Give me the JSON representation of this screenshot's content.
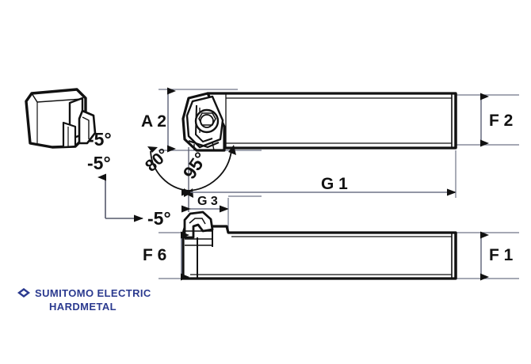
{
  "drawing": {
    "title": "Turning tool holder dimensional drawing",
    "dimensions": {
      "a2": "A 2",
      "f1": "F 1",
      "f2": "F 2",
      "f6": "F 6",
      "g1": "G 1",
      "g3": "G 3"
    },
    "angles": {
      "arc_80": "80°",
      "arc_95": "95°",
      "rake_vertical": "-5°",
      "rake_horizontal": "-5°",
      "insert_angle": "-5°"
    },
    "colors": {
      "outline": "#111111",
      "dimension_line": "#6f7487",
      "arrow": "#111111",
      "logo": "#2b3a8f",
      "background": "#ffffff"
    }
  },
  "logo": {
    "line1": "SUMITOMO ELECTRIC",
    "line2": "HARDMETAL",
    "mark": "diamond-icon"
  }
}
